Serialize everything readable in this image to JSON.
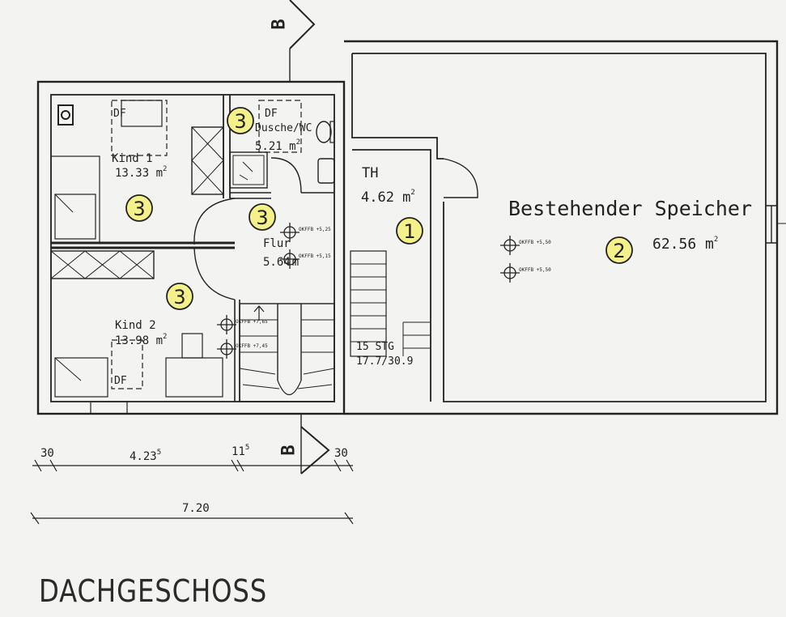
{
  "plan": {
    "title": "DACHGESCHOSS",
    "section_marker": "B",
    "rooms": {
      "kind1": {
        "name": "Kind 1",
        "area": "13.33 m",
        "area_sup": "2",
        "bed_label": "DF",
        "badge": "3"
      },
      "bath": {
        "badge": "3",
        "window_label": "DF",
        "name": "Dusche/WC",
        "area": "5.21 m",
        "area_sup": "2"
      },
      "kind2": {
        "name": "Kind 2",
        "area": "13.98 m",
        "area_sup": "2",
        "window_label": "DF",
        "badge": "3"
      },
      "flur": {
        "name": "Flur",
        "area": "5.64",
        "area_unit": "m",
        "badge": "3"
      },
      "th": {
        "name": "TH",
        "area": "4.62 m",
        "area_sup": "2",
        "badge": "1"
      },
      "speicher": {
        "name": "Bestehender Speicher",
        "area": "62.56 m",
        "area_sup": "2",
        "badge": "2"
      },
      "stairs": {
        "label1": "15 STG",
        "label2": "17.7/30.9"
      }
    },
    "level_marks": {
      "flur_1": "OKFFB +5,25",
      "flur_2": "OKFFB +5,15",
      "kind2_1": "OKFFB +7,65",
      "kind2_2": "OKFFB +7,45",
      "speicher_1": "OKFFB +5,50",
      "speicher_2": "OKFFB +5,50"
    },
    "dimensions": {
      "d1": "30",
      "d2": "4.23",
      "d2_sup": "5",
      "d3": "11",
      "d3_sup": "5",
      "d4": "30",
      "total": "7.20"
    }
  }
}
